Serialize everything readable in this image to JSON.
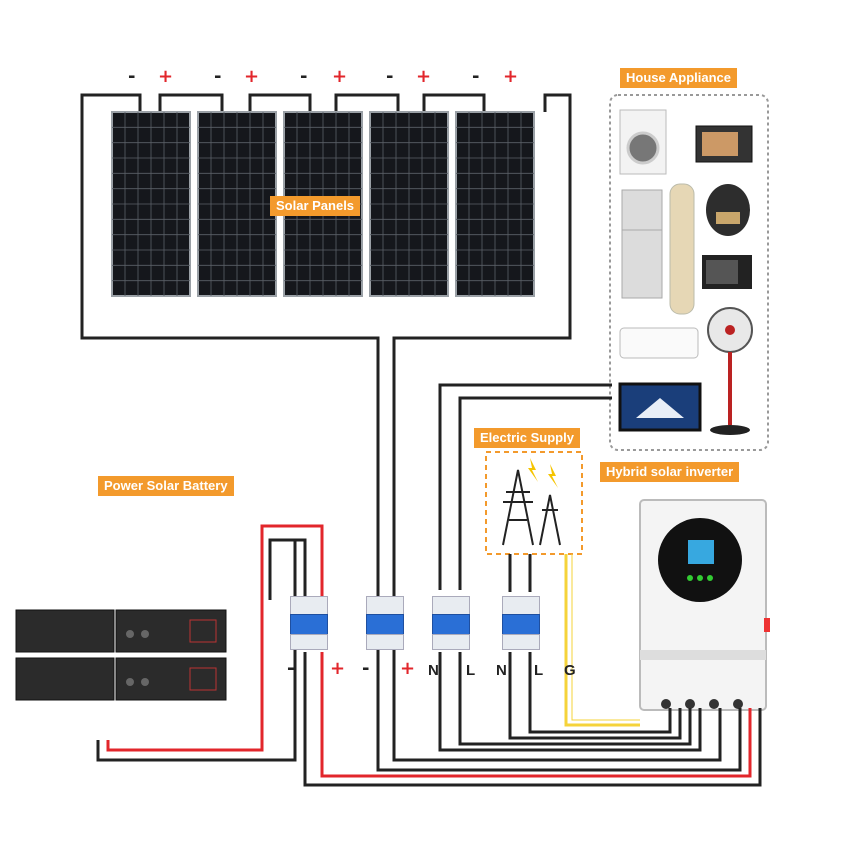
{
  "labels": {
    "solar_panels": "Solar Panels",
    "house_appliance": "House Appliance",
    "electric_supply": "Electric Supply",
    "hybrid_inverter": "Hybrid solar inverter",
    "battery": "Power Solar Battery"
  },
  "panel_polarity": [
    {
      "neg": "-",
      "pos": "+"
    },
    {
      "neg": "-",
      "pos": "+"
    },
    {
      "neg": "-",
      "pos": "+"
    },
    {
      "neg": "-",
      "pos": "+"
    },
    {
      "neg": "-",
      "pos": "+"
    }
  ],
  "breaker_terminals": {
    "battery_neg": "-",
    "battery_pos": "+",
    "pv_neg": "-",
    "pv_pos": "+",
    "n1": "N",
    "l1": "L",
    "n2": "N",
    "l2": "L",
    "g": "G"
  },
  "colors": {
    "label_bg": "#f39a2c",
    "positive_wire": "#e2262b",
    "negative_wire": "#222222",
    "ground_wire": "#f5d33a",
    "breaker_blue": "#2a6fd6"
  },
  "icons": {
    "appliances": [
      "washing-machine-icon",
      "oven-icon",
      "fridge-icon",
      "air-tower-icon",
      "rice-cooker-icon",
      "microwave-icon",
      "air-conditioner-icon",
      "fan-icon",
      "tv-icon"
    ],
    "grid": "transmission-tower-icon",
    "inverter": "hybrid-inverter-icon",
    "battery": "battery-rack-icon"
  }
}
